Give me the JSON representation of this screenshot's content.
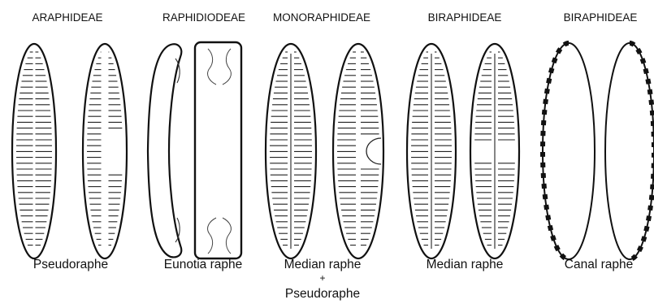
{
  "groups": [
    {
      "id": "araphideae",
      "header": "ARAPHIDEAE",
      "caption": [
        "Pseudoraphe"
      ]
    },
    {
      "id": "raphidiodeae",
      "header": "RAPHIDIODEAE",
      "caption": [
        "Eunotia raphe"
      ]
    },
    {
      "id": "monoraphideae",
      "header": "MONORAPHIDEAE",
      "caption": [
        "Median raphe",
        "+",
        "Pseudoraphe"
      ]
    },
    {
      "id": "biraphideae-median",
      "header": "BIRAPHIDEAE",
      "caption": [
        "Median raphe"
      ]
    },
    {
      "id": "biraphideae-canal",
      "header": "BIRAPHIDEAE",
      "caption": [
        "Canal raphe"
      ]
    }
  ]
}
